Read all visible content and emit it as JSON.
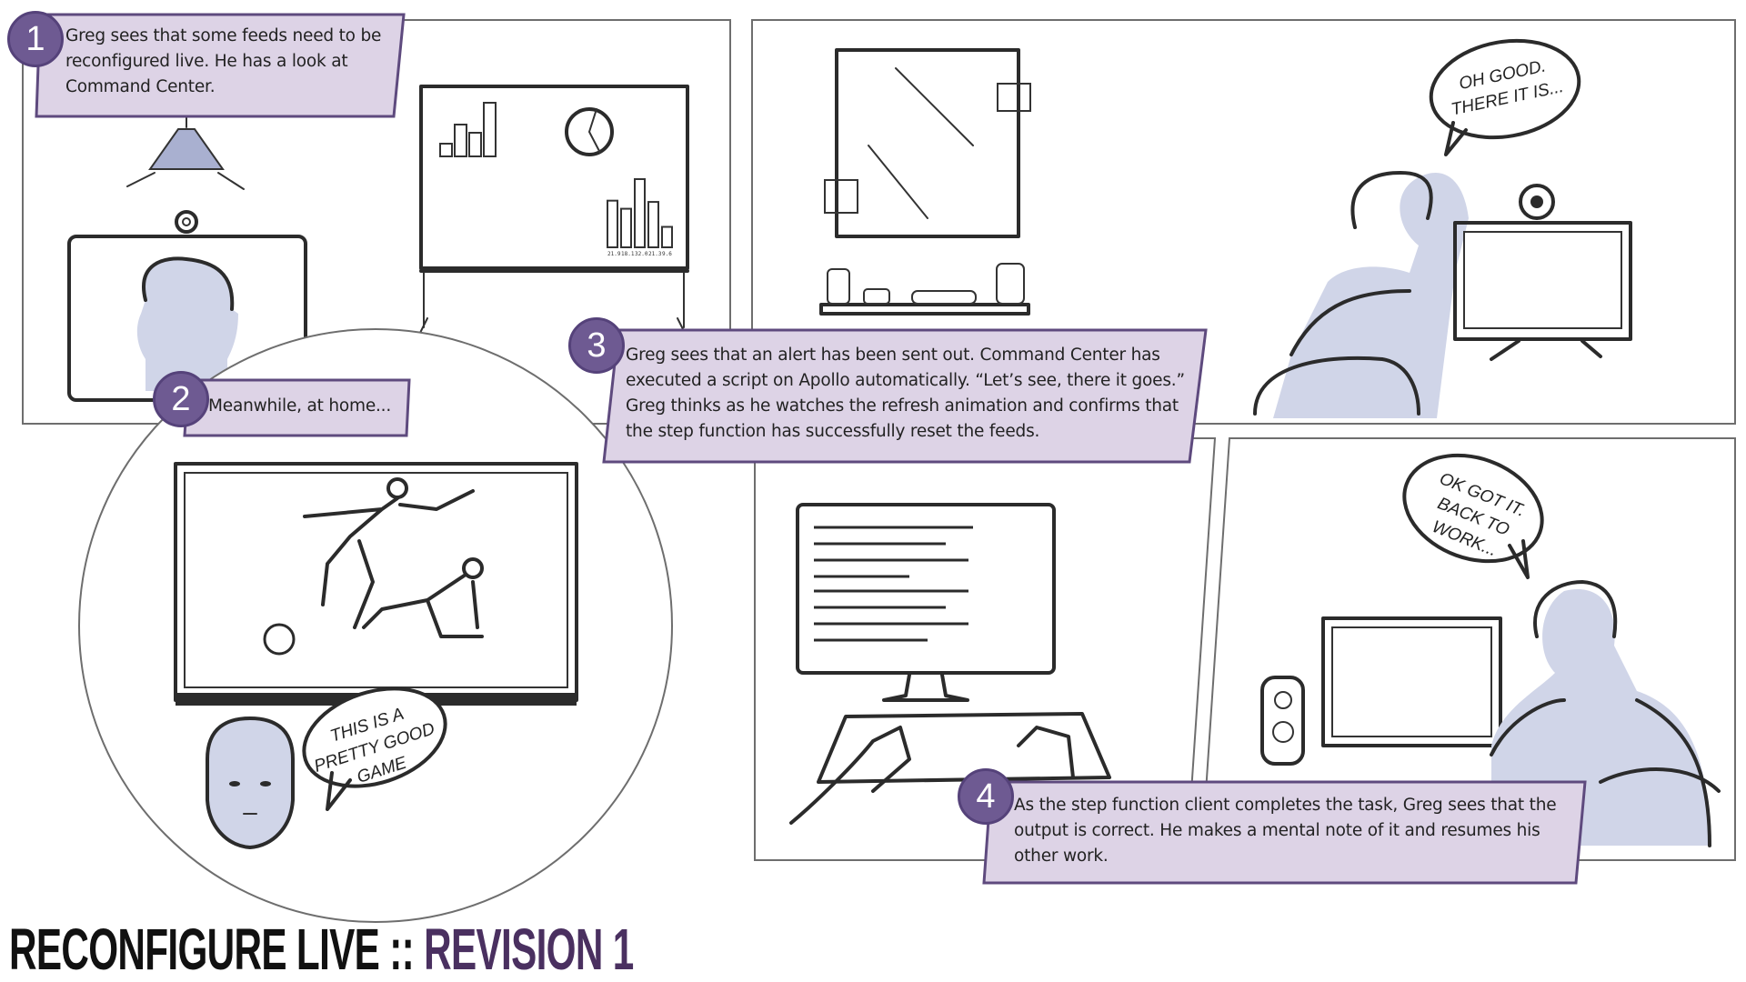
{
  "title": {
    "main": "RECONFIGURE LIVE",
    "separator": " :: ",
    "revision": "REVISION 1"
  },
  "colors": {
    "callout_fill": "#ddd3e6",
    "callout_border": "#5e4a7e",
    "badge": "#6e5a92",
    "accent": "#4a3060",
    "shade": "#d0d5e8"
  },
  "callouts": [
    {
      "number": "1",
      "text": "Greg sees that some feeds need to be reconfigured live. He has a look at Command Center."
    },
    {
      "number": "2",
      "text": "Meanwhile, at home..."
    },
    {
      "number": "3",
      "text": "Greg sees that an alert has been sent out. Command Center has executed a script on Apollo automatically. “Let’s see, there it goes.” Greg thinks as he watches the refresh animation and confirms that the step function has successfully reset the feeds."
    },
    {
      "number": "4",
      "text": "As the step function client completes the task, Greg sees that the output is correct. He makes a mental note of it and resumes his other work."
    }
  ],
  "speech_bubbles": {
    "game": "This is a pretty good game",
    "found": "Oh good. There it is...",
    "back": "OK got it. Back to work..."
  },
  "whiteboard": {
    "chart_labels": [
      "21.9",
      "18.1",
      "32.0",
      "21.3",
      "9.6"
    ],
    "chart_values": [
      21.9,
      18.1,
      32.0,
      21.3,
      9.6
    ]
  }
}
